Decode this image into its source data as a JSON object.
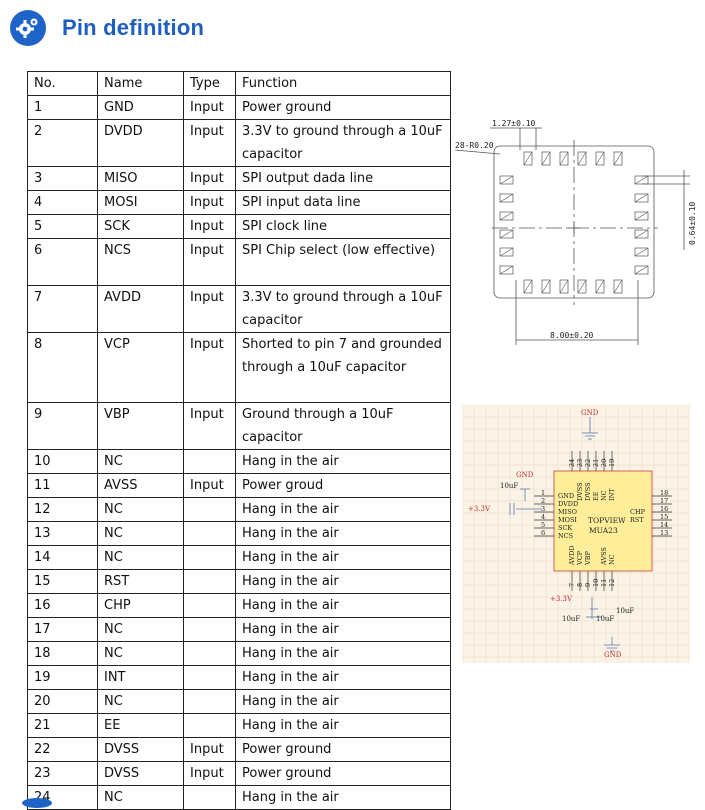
{
  "header": {
    "title": "Pin definition",
    "icon": "gear-icon",
    "accent_color": "#1e5fbf"
  },
  "table": {
    "columns": [
      "No.",
      "Name",
      "Type",
      "Function"
    ],
    "rows": [
      {
        "no": "1",
        "name": "GND",
        "type": "Input",
        "function": [
          "Power ground"
        ]
      },
      {
        "no": "2",
        "name": "DVDD",
        "type": "Input",
        "function": [
          "3.3V to ground through a 10uF",
          "capacitor"
        ]
      },
      {
        "no": "3",
        "name": "MISO",
        "type": "Input",
        "function": [
          "SPI output dada line"
        ]
      },
      {
        "no": "4",
        "name": "MOSI",
        "type": "Input",
        "function": [
          "SPI input data line"
        ]
      },
      {
        "no": "5",
        "name": "SCK",
        "type": "Input",
        "function": [
          "SPI clock line"
        ]
      },
      {
        "no": "6",
        "name": "NCS",
        "type": "Input",
        "function": [
          "SPI Chip select (low effective)",
          ""
        ]
      },
      {
        "no": "7",
        "name": "AVDD",
        "type": "Input",
        "function": [
          "3.3V to ground through a 10uF",
          "capacitor"
        ]
      },
      {
        "no": "8",
        "name": "VCP",
        "type": "Input",
        "function": [
          "Shorted to pin 7 and grounded",
          "through a 10uF capacitor",
          ""
        ]
      },
      {
        "no": "9",
        "name": "VBP",
        "type": "Input",
        "function": [
          "Ground through a 10uF",
          "capacitor"
        ]
      },
      {
        "no": "10",
        "name": "NC",
        "type": "",
        "function": [
          "Hang in the air"
        ]
      },
      {
        "no": "11",
        "name": "AVSS",
        "type": "Input",
        "function": [
          "Power groud"
        ]
      },
      {
        "no": "12",
        "name": "NC",
        "type": "",
        "function": [
          "Hang in the air"
        ]
      },
      {
        "no": "13",
        "name": "NC",
        "type": "",
        "function": [
          "Hang in the air"
        ]
      },
      {
        "no": "14",
        "name": "NC",
        "type": "",
        "function": [
          "Hang in the air"
        ]
      },
      {
        "no": "15",
        "name": "RST",
        "type": "",
        "function": [
          "Hang in the air"
        ]
      },
      {
        "no": "16",
        "name": "CHP",
        "type": "",
        "function": [
          "Hang in the air"
        ]
      },
      {
        "no": "17",
        "name": "NC",
        "type": "",
        "function": [
          "Hang in the air"
        ]
      },
      {
        "no": "18",
        "name": "NC",
        "type": "",
        "function": [
          "Hang in the air"
        ]
      },
      {
        "no": "19",
        "name": "INT",
        "type": "",
        "function": [
          "Hang in the air"
        ]
      },
      {
        "no": "20",
        "name": "NC",
        "type": "",
        "function": [
          "Hang in the air"
        ]
      },
      {
        "no": "21",
        "name": "EE",
        "type": "",
        "function": [
          "Hang in the air"
        ]
      },
      {
        "no": "22",
        "name": "DVSS",
        "type": "Input",
        "function": [
          "Power ground"
        ]
      },
      {
        "no": "23",
        "name": "DVSS",
        "type": "Input",
        "function": [
          "Power ground"
        ]
      },
      {
        "no": "24",
        "name": "NC",
        "type": "",
        "function": [
          "Hang in the air"
        ]
      }
    ]
  },
  "package_drawing": {
    "pitch_label": "1.27±0.10",
    "radius_label": "28-R0.20",
    "pad_label": "0.64±0.10",
    "size_label": "8.00±0.20"
  },
  "schematic": {
    "chip_name": "MUA23",
    "view_label": "TOPVIEW",
    "gnd_label": "GND",
    "supply_label": "+3.3V",
    "cap_label": "10uF",
    "left_pins": [
      {
        "num": "1",
        "name": "GND"
      },
      {
        "num": "2",
        "name": "DVDD"
      },
      {
        "num": "3",
        "name": "MISO"
      },
      {
        "num": "4",
        "name": "MOSI"
      },
      {
        "num": "5",
        "name": "SCK"
      },
      {
        "num": "6",
        "name": "NCS"
      }
    ],
    "top_pins": [
      {
        "num": "24",
        "name": ""
      },
      {
        "num": "23",
        "name": "DVSS"
      },
      {
        "num": "22",
        "name": "DVSS"
      },
      {
        "num": "21",
        "name": "EE"
      },
      {
        "num": "20",
        "name": "NC"
      },
      {
        "num": "19",
        "name": "INT"
      }
    ],
    "right_pins": [
      {
        "num": "18",
        "name": ""
      },
      {
        "num": "17",
        "name": ""
      },
      {
        "num": "16",
        "name": "CHP"
      },
      {
        "num": "15",
        "name": "RST"
      },
      {
        "num": "14",
        "name": ""
      },
      {
        "num": "13",
        "name": ""
      }
    ],
    "bottom_pins": [
      {
        "num": "7",
        "name": "AVDD"
      },
      {
        "num": "8",
        "name": "VCP"
      },
      {
        "num": "9",
        "name": "VBP"
      },
      {
        "num": "10",
        "name": ""
      },
      {
        "num": "11",
        "name": "AVSS"
      },
      {
        "num": "12",
        "name": "NC"
      }
    ]
  }
}
